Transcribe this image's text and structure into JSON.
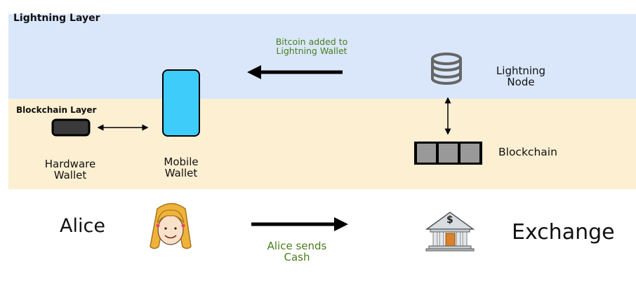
{
  "layers": {
    "lightning_title": "Lightning Layer",
    "blockchain_title": "Blockchain Layer"
  },
  "labels": {
    "bitcoin_added_line1": "Bitcoin added to",
    "bitcoin_added_line2": "Lightning Wallet",
    "lightning_node_line1": "Lightning",
    "lightning_node_line2": "Node",
    "blockchain": "Blockchain",
    "hardware_wallet_line1": "Hardware",
    "hardware_wallet_line2": "Wallet",
    "mobile_wallet_line1": "Mobile",
    "mobile_wallet_line2": "Wallet",
    "alice": "Alice",
    "exchange": "Exchange",
    "alice_sends_line1": "Alice sends",
    "alice_sends_line2": "Cash",
    "dollar_sign": "$"
  },
  "colors": {
    "lightning_band": "#dae7fb",
    "blockchain_band": "#fdefd2",
    "mobile_wallet": "#3ecdfa",
    "annotation_green": "#4a7d1e",
    "block_fill": "#999999",
    "hardware_wallet": "#3a3a3a"
  },
  "icons": [
    "database-icon",
    "mobile-phone-icon",
    "hardware-wallet-icon",
    "blockchain-icon",
    "girl-face-icon",
    "bank-icon"
  ]
}
